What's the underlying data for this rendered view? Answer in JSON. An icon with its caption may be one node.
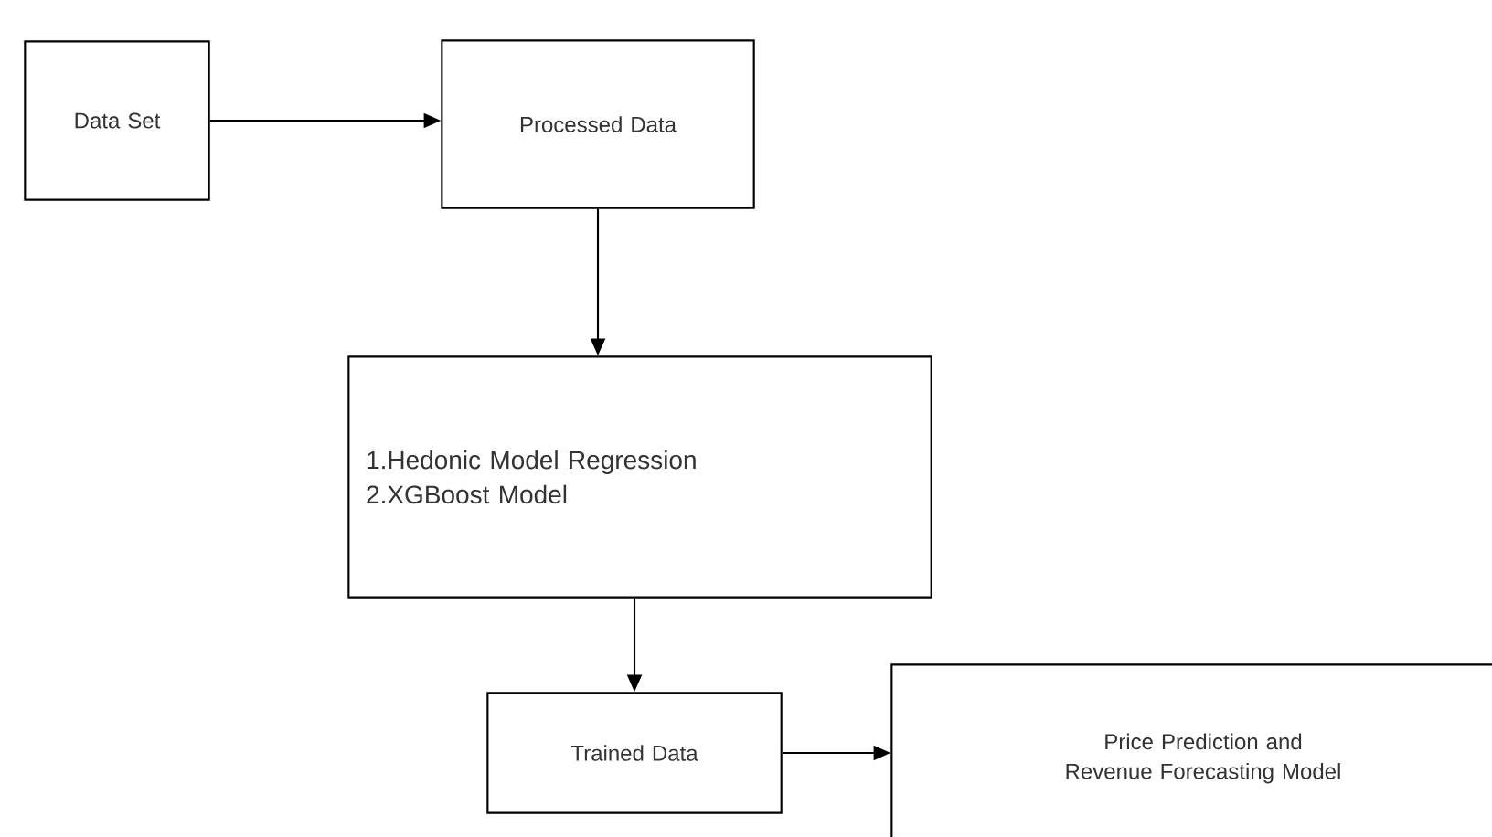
{
  "diagram": {
    "nodes": [
      {
        "text": [
          "Data Set"
        ]
      },
      {
        "text": [
          "Processed Data"
        ]
      },
      {
        "text": [
          "1.Hedonic Model Regression",
          "2.XGBoost Model"
        ]
      },
      {
        "text": [
          "Trained Data"
        ]
      },
      {
        "text": [
          "Price Prediction and Revenue Forecasting  Model"
        ]
      }
    ],
    "edges": [
      {
        "from": 0,
        "to": 1,
        "arrow": "to"
      },
      {
        "from": 1,
        "to": 2,
        "arrow": "to"
      },
      {
        "from": 2,
        "to": 3,
        "arrow": "to"
      },
      {
        "from": 3,
        "to": 4,
        "arrow": "to"
      }
    ]
  }
}
